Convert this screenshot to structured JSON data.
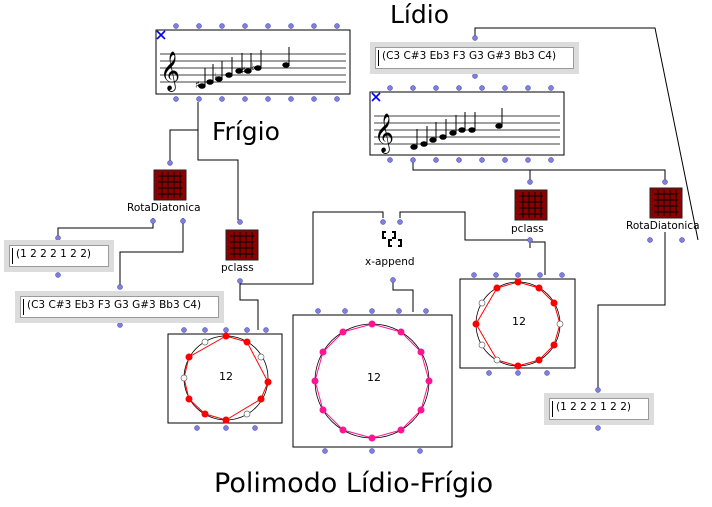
{
  "titles": {
    "lidio": "Lídio",
    "frigio": "Frígio",
    "polimodo": "Polimodo Lídio-Frígio"
  },
  "boxes": {
    "rotadiatonica_left": "RotaDiatonica",
    "rotadiatonica_right": "RotaDiatonica",
    "pclass_left": "pclass",
    "pclass_right": "pclass",
    "x_append": "x-append"
  },
  "inputs": {
    "lidio_notes": "(C3 C#3 Eb3 F3 G3 G#3 Bb3 C4)",
    "frigio_steps": "(1 2 2 2 1 2 2)",
    "frigio_notes": "(C3 C#3 Eb3 F3 G3 G#3 Bb3 C4)",
    "lidio_steps": "(1 2 2 2 1 2 2)"
  },
  "circles": {
    "left_center": "12",
    "middle_center": "12",
    "right_center": "12"
  },
  "icons": [
    "close-icon",
    "treble-clef-icon",
    "patch-box-icon",
    "append-icon"
  ],
  "colors": {
    "inlet": "#7f7fdf",
    "circle_point": "#ff0000",
    "circle_point_middle": "#ff1493",
    "polygon": "#ff0000",
    "box_fill": "#8b0000",
    "input_bg": "#dcdcdc"
  }
}
